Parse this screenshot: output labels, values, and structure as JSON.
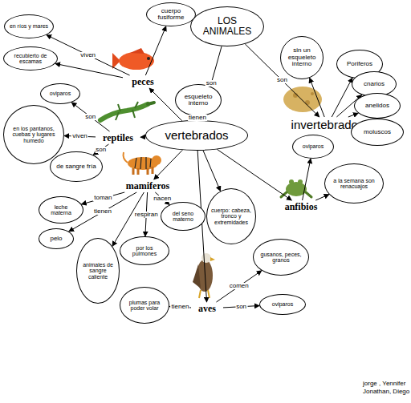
{
  "diagram": {
    "nodes": [
      {
        "text": [
          "LOS ANIMALES"
        ]
      },
      {
        "text": [
          "esqueleto interno"
        ]
      },
      {
        "text": [
          "sin un esqueleto interno"
        ]
      },
      {
        "text": [
          "Poriferos"
        ]
      },
      {
        "text": [
          "invertebrados"
        ]
      },
      {
        "text": [
          "cnarios"
        ]
      },
      {
        "text": [
          "anelidos"
        ]
      },
      {
        "text": [
          "moluscos"
        ]
      },
      {
        "text": [
          "vertebrados"
        ]
      },
      {
        "text": [
          "peces"
        ]
      },
      {
        "text": [
          "cuerpo fusiforme"
        ]
      },
      {
        "text": [
          "en ríos y mares"
        ]
      },
      {
        "text": [
          "recubierto de escamas"
        ]
      },
      {
        "text": [
          "reptiles"
        ]
      },
      {
        "text": [
          "oviparos"
        ]
      },
      {
        "text": [
          "en los pantanos, cuebas y lugares humedo"
        ]
      },
      {
        "text": [
          "de sangre fría"
        ]
      },
      {
        "text": [
          "mamiferos"
        ]
      },
      {
        "text": [
          "leche materna"
        ]
      },
      {
        "text": [
          "pelo"
        ]
      },
      {
        "text": [
          "animales de sangre caliente"
        ]
      },
      {
        "text": [
          "por los pulmones"
        ]
      },
      {
        "text": [
          "del seno materno"
        ]
      },
      {
        "text": [
          "cuerpo: cabeza, tronco y extremidades"
        ]
      },
      {
        "text": [
          "aves"
        ]
      },
      {
        "text": [
          "plumas para poder volar"
        ]
      },
      {
        "text": [
          "gusanos, peces, granos"
        ]
      },
      {
        "text": [
          "oviparos"
        ]
      },
      {
        "text": [
          "anfibios"
        ]
      },
      {
        "text": [
          "oviparos"
        ]
      },
      {
        "text": [
          "a la semana son renacuajos"
        ]
      }
    ],
    "edges": [
      {
        "from": 0,
        "to": 8,
        "arrow": "to",
        "label": "son"
      },
      {
        "from": 8,
        "to": 1,
        "arrow": "to",
        "label": "tienen"
      },
      {
        "from": 0,
        "to": 4,
        "arrow": "to",
        "label": "son"
      },
      {
        "from": 4,
        "to": 2,
        "arrow": "to"
      },
      {
        "from": 4,
        "to": 3,
        "arrow": "to"
      },
      {
        "from": 4,
        "to": 5,
        "arrow": "to"
      },
      {
        "from": 4,
        "to": 6,
        "arrow": "to"
      },
      {
        "from": 4,
        "to": 7,
        "arrow": "to"
      },
      {
        "from": 8,
        "to": 9,
        "arrow": "to"
      },
      {
        "from": 8,
        "to": 13,
        "arrow": "to"
      },
      {
        "from": 8,
        "to": 17,
        "arrow": "to"
      },
      {
        "from": 8,
        "to": 24,
        "arrow": "to"
      },
      {
        "from": 8,
        "to": 28,
        "arrow": "to"
      },
      {
        "from": 8,
        "to": 23,
        "arrow": "to"
      },
      {
        "from": 9,
        "to": 10,
        "arrow": "to"
      },
      {
        "from": 9,
        "to": 11,
        "arrow": "to",
        "label": "viven"
      },
      {
        "from": 9,
        "to": 12,
        "arrow": "to"
      },
      {
        "from": 13,
        "to": 14,
        "arrow": "to",
        "label": "son"
      },
      {
        "from": 13,
        "to": 15,
        "arrow": "to",
        "label": "viven"
      },
      {
        "from": 13,
        "to": 16,
        "arrow": "to",
        "label": "son"
      },
      {
        "from": 17,
        "to": 18,
        "arrow": "to",
        "label": "toman"
      },
      {
        "from": 17,
        "to": 19,
        "arrow": "to",
        "label": "tienen"
      },
      {
        "from": 17,
        "to": 20,
        "arrow": "to"
      },
      {
        "from": 17,
        "to": 21,
        "arrow": "to",
        "label": "respiran"
      },
      {
        "from": 17,
        "to": 22,
        "arrow": "to",
        "label": "nacen"
      },
      {
        "from": 24,
        "to": 25,
        "arrow": "to",
        "label": "tienen"
      },
      {
        "from": 24,
        "to": 26,
        "arrow": "to",
        "label": "comen"
      },
      {
        "from": 24,
        "to": 27,
        "arrow": "to",
        "label": "son"
      },
      {
        "from": 28,
        "to": 29,
        "arrow": "to"
      },
      {
        "from": 28,
        "to": 30,
        "arrow": "to"
      }
    ],
    "labels": [
      "jorge , Yennifer",
      "Jonathan, Diego"
    ]
  }
}
